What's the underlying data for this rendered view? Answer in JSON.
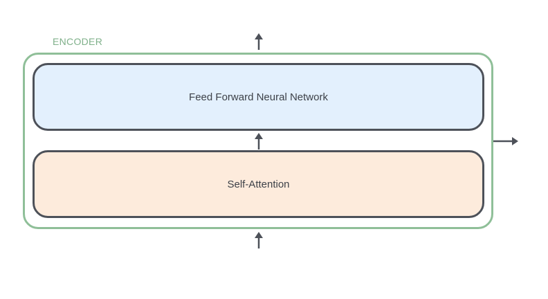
{
  "encoder": {
    "label": "ENCODER",
    "border_color": "#8fbf98"
  },
  "layers": {
    "feed_forward": {
      "label": "Feed Forward Neural Network",
      "fill": "#e3f0fd"
    },
    "self_attention": {
      "label": "Self-Attention",
      "fill": "#fdebdc"
    }
  },
  "colors": {
    "layer_border": "#4d5159",
    "arrow": "#4d5159"
  }
}
